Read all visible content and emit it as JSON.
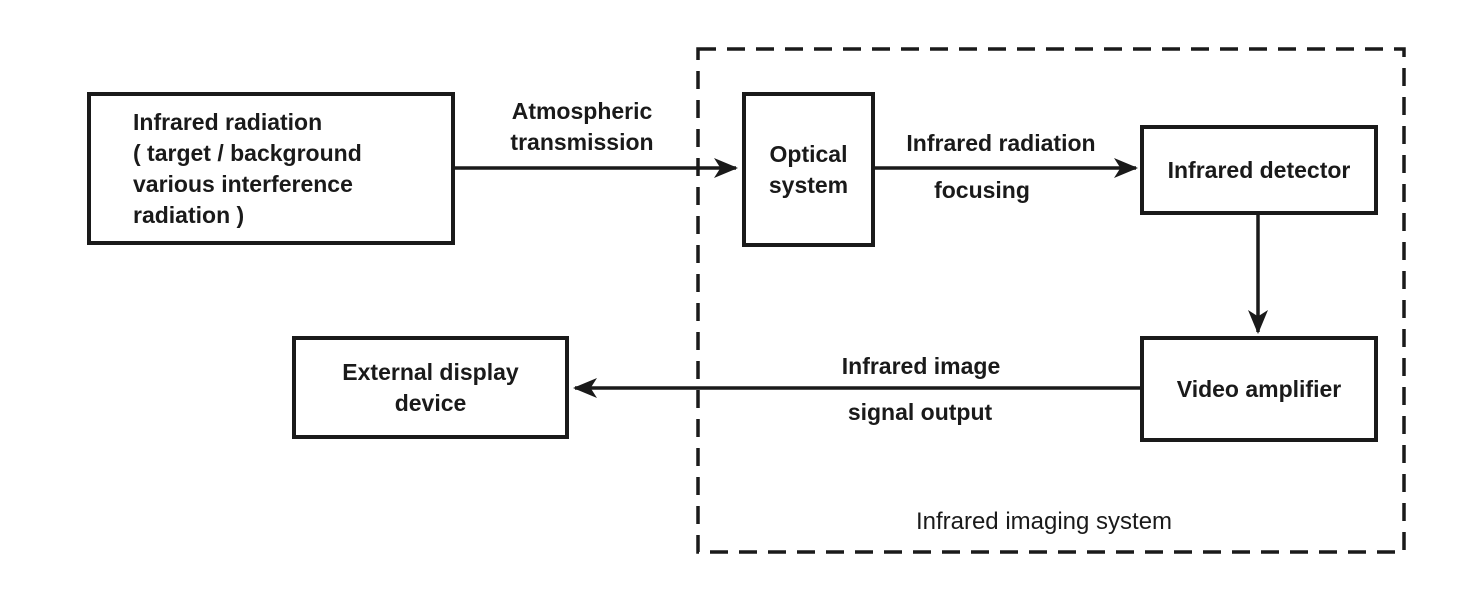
{
  "colors": {
    "line": "#1a1a1a",
    "background": "#ffffff",
    "text": "#1a1a1a"
  },
  "nodes": {
    "infrared_radiation": {
      "label": "Infrared radiation\n( target / background\nvarious interference\nradiation )"
    },
    "optical_system": {
      "label": "Optical\nsystem"
    },
    "infrared_detector": {
      "label": "Infrared detector"
    },
    "video_amplifier": {
      "label": "Video amplifier"
    },
    "external_display_device": {
      "label": "External display\ndevice"
    }
  },
  "edges": {
    "atmospheric_transmission": {
      "label": "Atmospheric\ntransmission"
    },
    "infrared_radiation_focusing": {
      "label_above": "Infrared radiation",
      "label_below": "focusing"
    },
    "infrared_image_signal_output": {
      "label_above": "Infrared image",
      "label_below": "signal output"
    }
  },
  "group": {
    "label": "Infrared imaging system"
  }
}
